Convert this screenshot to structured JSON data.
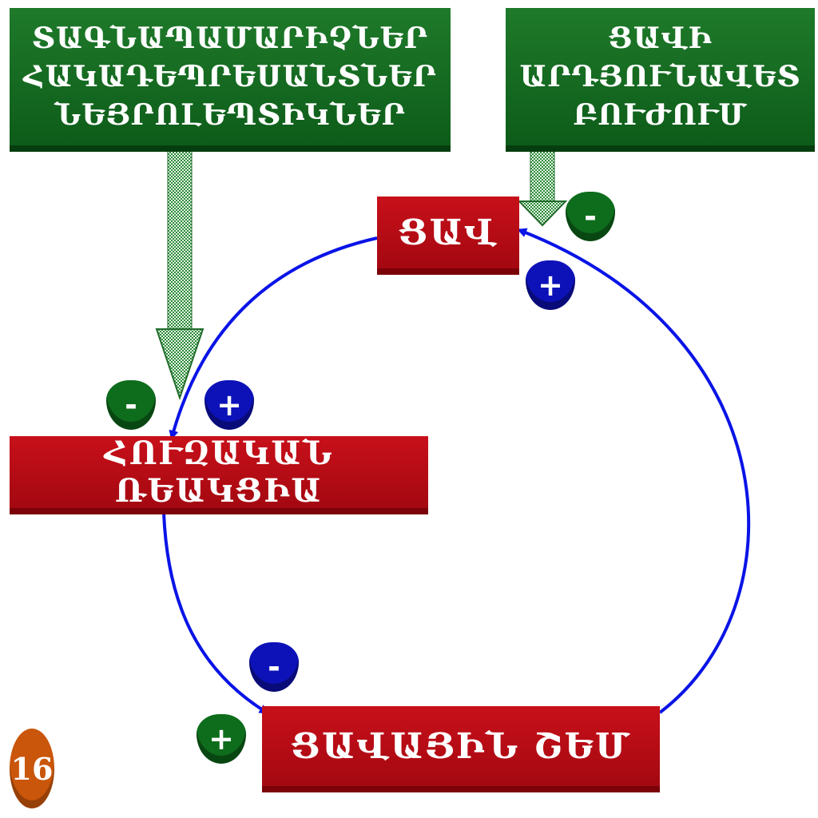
{
  "boxes": {
    "inhibitors": {
      "lines": [
        "ՏԱԳՆԱՊԱՄԱՐԻՉՆԵՐ",
        "ՀԱԿԱԴԵՊՐԵՍԱՆՏՆԵՐ",
        "ՆԵՅՐՈԼԵՊՏԻԿՆԵՐ"
      ]
    },
    "pain_treatment": {
      "lines": [
        "ՑԱՎԻ",
        "ԱՐԴՅՈՒՆԱՎԵՏ",
        "ԲՈՒԺՈՒՄ"
      ]
    },
    "pain": {
      "label": "ՑԱՎ"
    },
    "emotional_reaction": {
      "label": "ՀՈՒԶԱԿԱՆ ՌԵԱԿՑԻԱ"
    },
    "pain_scheme": {
      "label": "ՑԱՎԱՅԻՆ ՇԵՄ"
    }
  },
  "badges": {
    "pain_minus": "-",
    "pain_plus": "+",
    "emotion_minus": "-",
    "emotion_plus": "+",
    "scheme_minus": "-",
    "scheme_plus": "+"
  },
  "page_number": "16",
  "colors": {
    "cycle_arrow": "#0a14e6",
    "green_box": "#0d5c19",
    "red_box": "#b50b14",
    "badge_blue": "#0d12b8",
    "badge_green": "#0e6d1c"
  }
}
